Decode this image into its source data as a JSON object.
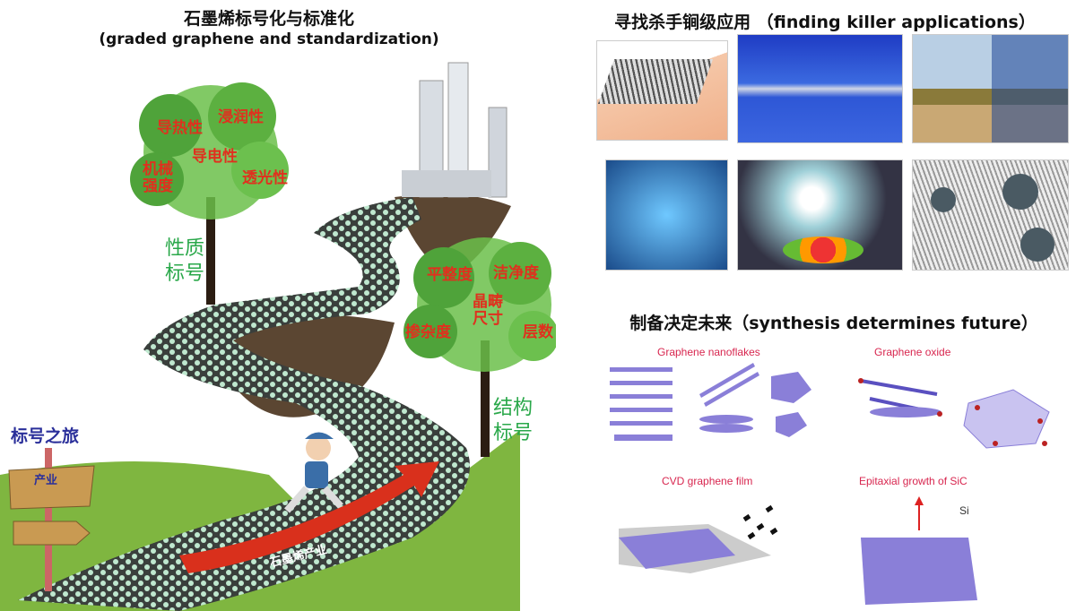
{
  "left": {
    "title_cn": "石墨烯标号化与标准化",
    "title_en": "(graded graphene and standardization)",
    "tree1": {
      "properties": [
        "导热性",
        "浸润性",
        "导电性",
        "机械强度",
        "透光性"
      ],
      "label": [
        "性质",
        "标号"
      ]
    },
    "tree2": {
      "properties": [
        "平整度",
        "洁净度",
        "晶畴尺寸",
        "掺杂度",
        "层数"
      ],
      "label": [
        "结构",
        "标号"
      ]
    },
    "signpost": {
      "top": "标号之旅",
      "arrow": "产业"
    },
    "road_arrow": "石墨烯产业"
  },
  "right": {
    "apps_title": "寻找杀手锏级应用 （finding killer applications）",
    "synth_title": "制备决定未来（synthesis determines future）",
    "panels": [
      "Graphene nanoflakes",
      "Graphene oxide",
      "CVD graphene film",
      "Epitaxial growth of SiC"
    ],
    "si_label": "Si"
  },
  "colors": {
    "red": "#e0301e",
    "green": "#2aa84a",
    "purple": "#8a7fd8",
    "label": "#d8264f"
  }
}
